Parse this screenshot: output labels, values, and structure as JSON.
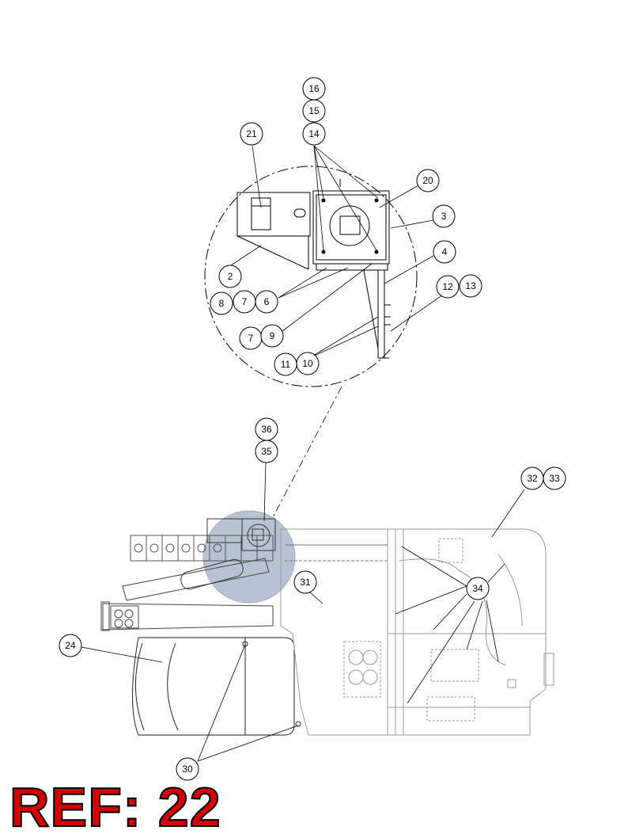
{
  "ref_label": "REF: 22",
  "callouts": {
    "c16": "16",
    "c15": "15",
    "c14": "14",
    "c21": "21",
    "c20": "20",
    "c3": "3",
    "c4": "4",
    "c2": "2",
    "c8": "8",
    "c7a": "7",
    "c6": "6",
    "c12": "12",
    "c13": "13",
    "c7b": "7",
    "c9": "9",
    "c11": "11",
    "c10": "10",
    "c36": "36",
    "c35": "35",
    "c32": "32",
    "c33": "33",
    "c31": "31",
    "c34": "34",
    "c24": "24",
    "c30": "30"
  },
  "colors": {
    "ref_red": "#d40000",
    "highlight": "#a9b9cc"
  }
}
